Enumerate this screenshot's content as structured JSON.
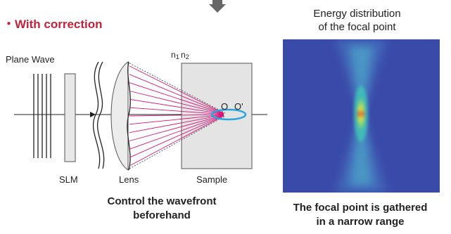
{
  "title": "・With correction",
  "energy_title_line1": "Energy distribution",
  "energy_title_line2": "of the focal point",
  "labels": {
    "plane_wave": "Plane Wave",
    "slm": "SLM",
    "lens": "Lens",
    "sample": "Sample",
    "n1": "n",
    "n1_sub": "1",
    "n2": "n",
    "n2_sub": "2",
    "o": "O",
    "o_prime": "O'"
  },
  "caption_left_line1": "Control the wavefront",
  "caption_left_line2": "beforehand",
  "caption_right_line1": "The focal point is gathered",
  "caption_right_line2": "in a narrow range",
  "colors": {
    "accent_title": "#c4213a",
    "rays": "#d6167a",
    "focal_ring": "#29a6e0",
    "heatmap_bg": "#3a4aa8",
    "sample_fill": "#e4e4e4",
    "slm_fill": "#e8e8e8",
    "lens_fill": "#ececec",
    "arrow_down": "#666666"
  }
}
